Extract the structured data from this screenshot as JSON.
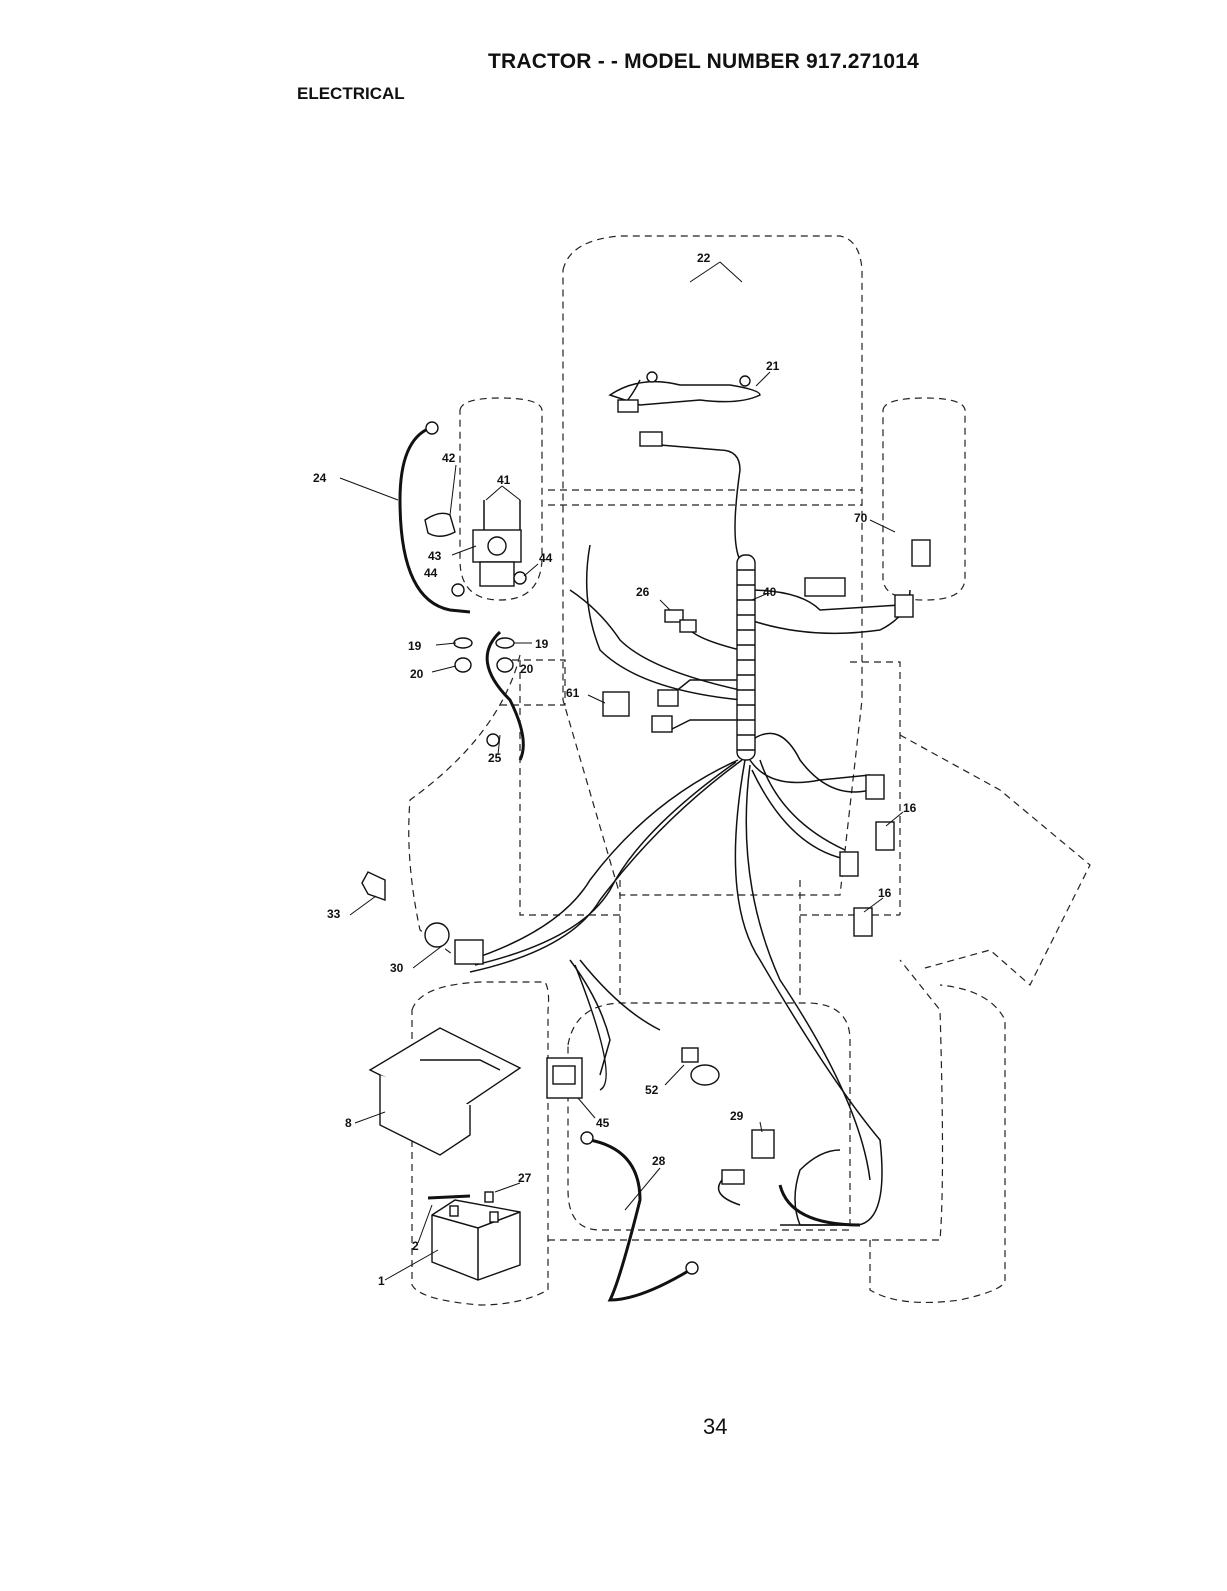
{
  "header": {
    "title": "TRACTOR - - MODEL NUMBER 917.271014",
    "section": "ELECTRICAL"
  },
  "footer": {
    "page_number": "34"
  },
  "callouts": {
    "c1": "1",
    "c2": "2",
    "c8": "8",
    "c16a": "16",
    "c16b": "16",
    "c19a": "19",
    "c19b": "19",
    "c20a": "20",
    "c20b": "20",
    "c21": "21",
    "c22": "22",
    "c24": "24",
    "c25": "25",
    "c26": "26",
    "c27": "27",
    "c28": "28",
    "c29": "29",
    "c30": "30",
    "c33": "33",
    "c40": "40",
    "c41": "41",
    "c42": "42",
    "c43": "43",
    "c44a": "44",
    "c44b": "44",
    "c45": "45",
    "c52": "52",
    "c61": "61",
    "c70": "70"
  }
}
